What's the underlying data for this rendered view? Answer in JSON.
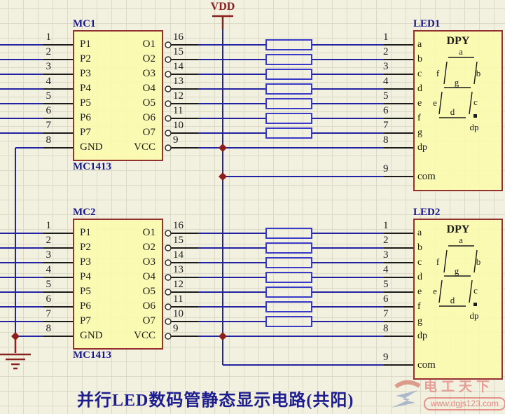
{
  "title": "并行LED数码管静态显示电路(共阳)",
  "power": {
    "label": "VDD"
  },
  "ic1": {
    "ref": "MC1",
    "part": "MC1413",
    "left_pins": [
      {
        "num": "1",
        "name": "P1"
      },
      {
        "num": "2",
        "name": "P2"
      },
      {
        "num": "3",
        "name": "P3"
      },
      {
        "num": "4",
        "name": "P4"
      },
      {
        "num": "5",
        "name": "P5"
      },
      {
        "num": "6",
        "name": "P6"
      },
      {
        "num": "7",
        "name": "P7"
      },
      {
        "num": "8",
        "name": "GND"
      }
    ],
    "right_pins": [
      {
        "num": "16",
        "name": "O1"
      },
      {
        "num": "15",
        "name": "O2"
      },
      {
        "num": "14",
        "name": "O3"
      },
      {
        "num": "13",
        "name": "O4"
      },
      {
        "num": "12",
        "name": "O5"
      },
      {
        "num": "11",
        "name": "O6"
      },
      {
        "num": "10",
        "name": "O7"
      },
      {
        "num": "9",
        "name": "VCC"
      }
    ]
  },
  "ic2": {
    "ref": "MC2",
    "part": "MC1413",
    "left_pins": [
      {
        "num": "1",
        "name": "P1"
      },
      {
        "num": "2",
        "name": "P2"
      },
      {
        "num": "3",
        "name": "P3"
      },
      {
        "num": "4",
        "name": "P4"
      },
      {
        "num": "5",
        "name": "P5"
      },
      {
        "num": "6",
        "name": "P6"
      },
      {
        "num": "7",
        "name": "P7"
      },
      {
        "num": "8",
        "name": "GND"
      }
    ],
    "right_pins": [
      {
        "num": "16",
        "name": "O1"
      },
      {
        "num": "15",
        "name": "O2"
      },
      {
        "num": "14",
        "name": "O3"
      },
      {
        "num": "13",
        "name": "O4"
      },
      {
        "num": "12",
        "name": "O5"
      },
      {
        "num": "11",
        "name": "O6"
      },
      {
        "num": "10",
        "name": "O7"
      },
      {
        "num": "9",
        "name": "VCC"
      }
    ]
  },
  "led1": {
    "ref": "LED1",
    "type": "DPY",
    "seg_pins": [
      {
        "num": "1",
        "name": "a"
      },
      {
        "num": "2",
        "name": "b"
      },
      {
        "num": "3",
        "name": "c"
      },
      {
        "num": "4",
        "name": "d"
      },
      {
        "num": "5",
        "name": "e"
      },
      {
        "num": "6",
        "name": "f"
      },
      {
        "num": "7",
        "name": "g"
      },
      {
        "num": "8",
        "name": "dp"
      }
    ],
    "com_pin": {
      "num": "9",
      "name": "com"
    },
    "segments": {
      "a": "a",
      "b": "b",
      "c": "c",
      "d": "d",
      "e": "e",
      "f": "f",
      "g": "g",
      "dp": "dp"
    }
  },
  "led2": {
    "ref": "LED2",
    "type": "DPY",
    "seg_pins": [
      {
        "num": "1",
        "name": "a"
      },
      {
        "num": "2",
        "name": "b"
      },
      {
        "num": "3",
        "name": "c"
      },
      {
        "num": "4",
        "name": "d"
      },
      {
        "num": "5",
        "name": "e"
      },
      {
        "num": "6",
        "name": "f"
      },
      {
        "num": "7",
        "name": "g"
      },
      {
        "num": "8",
        "name": "dp"
      }
    ],
    "com_pin": {
      "num": "9",
      "name": "com"
    },
    "segments": {
      "a": "a",
      "b": "b",
      "c": "c",
      "d": "d",
      "e": "e",
      "f": "f",
      "g": "g",
      "dp": "dp"
    }
  },
  "watermark": {
    "brand": "电工天下",
    "url": "www.dgjs123.com"
  },
  "colors": {
    "background": "#f2f0df",
    "grid": "#dcd9c6",
    "wire_blue": "#2222a2",
    "pin_black": "#1b1b1b",
    "resistor_blue": "#3a3ac8",
    "component_fill": "#fdfcaa",
    "component_border": "#943030",
    "label_blue": "#16168c",
    "power_red": "#8b2020",
    "watermark_red": "#dd5555",
    "watermark_blue": "#7e95c0"
  }
}
